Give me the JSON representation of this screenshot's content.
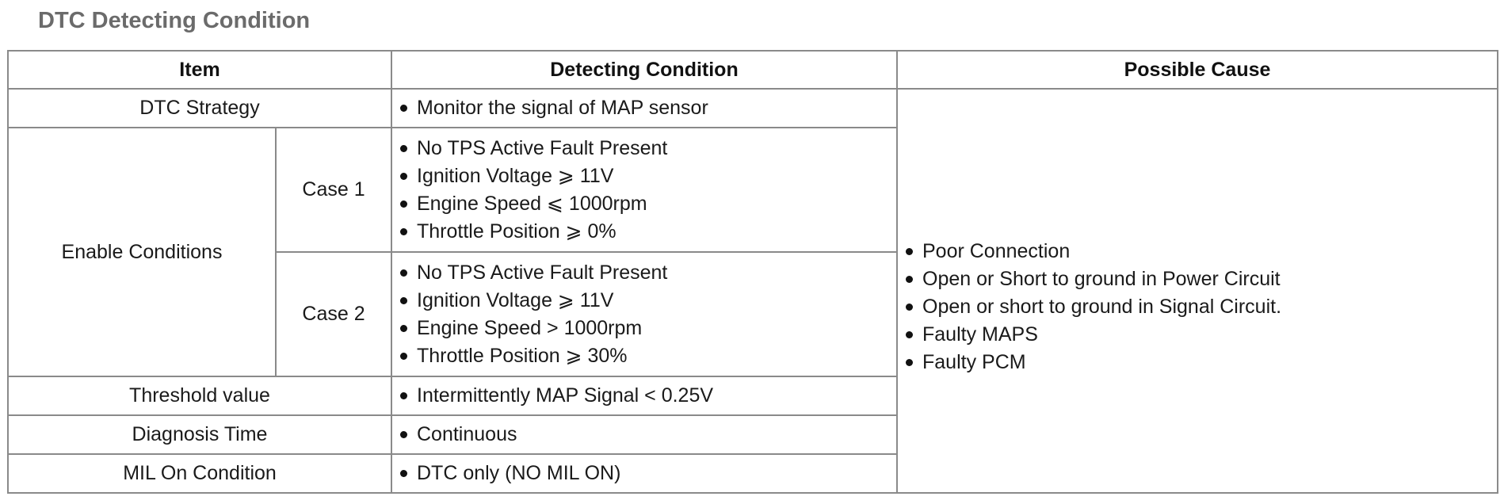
{
  "title": "DTC Detecting Condition",
  "headers": {
    "item": "Item",
    "detecting_condition": "Detecting Condition",
    "possible_cause": "Possible Cause"
  },
  "rows": {
    "dtc_strategy": {
      "label": "DTC Strategy",
      "condition": "Monitor the signal of MAP sensor"
    },
    "enable_conditions": {
      "label": "Enable Conditions",
      "case1": {
        "label": "Case 1",
        "conditions": [
          "No TPS Active Fault Present",
          "Ignition Voltage ⩾ 11V",
          "Engine Speed ⩽ 1000rpm",
          "Throttle Position ⩾ 0%"
        ]
      },
      "case2": {
        "label": "Case 2",
        "conditions": [
          "No TPS Active Fault Present",
          "Ignition Voltage ⩾ 11V",
          "Engine Speed > 1000rpm",
          "Throttle Position ⩾ 30%"
        ]
      }
    },
    "threshold_value": {
      "label": "Threshold value",
      "condition": "Intermittently MAP Signal < 0.25V"
    },
    "diagnosis_time": {
      "label": "Diagnosis Time",
      "condition": "Continuous"
    },
    "mil_on_condition": {
      "label": "MIL On Condition",
      "condition": "DTC only (NO MIL ON)"
    }
  },
  "possible_causes": [
    "Poor Connection",
    "Open or Short to ground in Power Circuit",
    "Open or short to ground in Signal Circuit.",
    "Faulty MAPS",
    "Faulty PCM"
  ]
}
